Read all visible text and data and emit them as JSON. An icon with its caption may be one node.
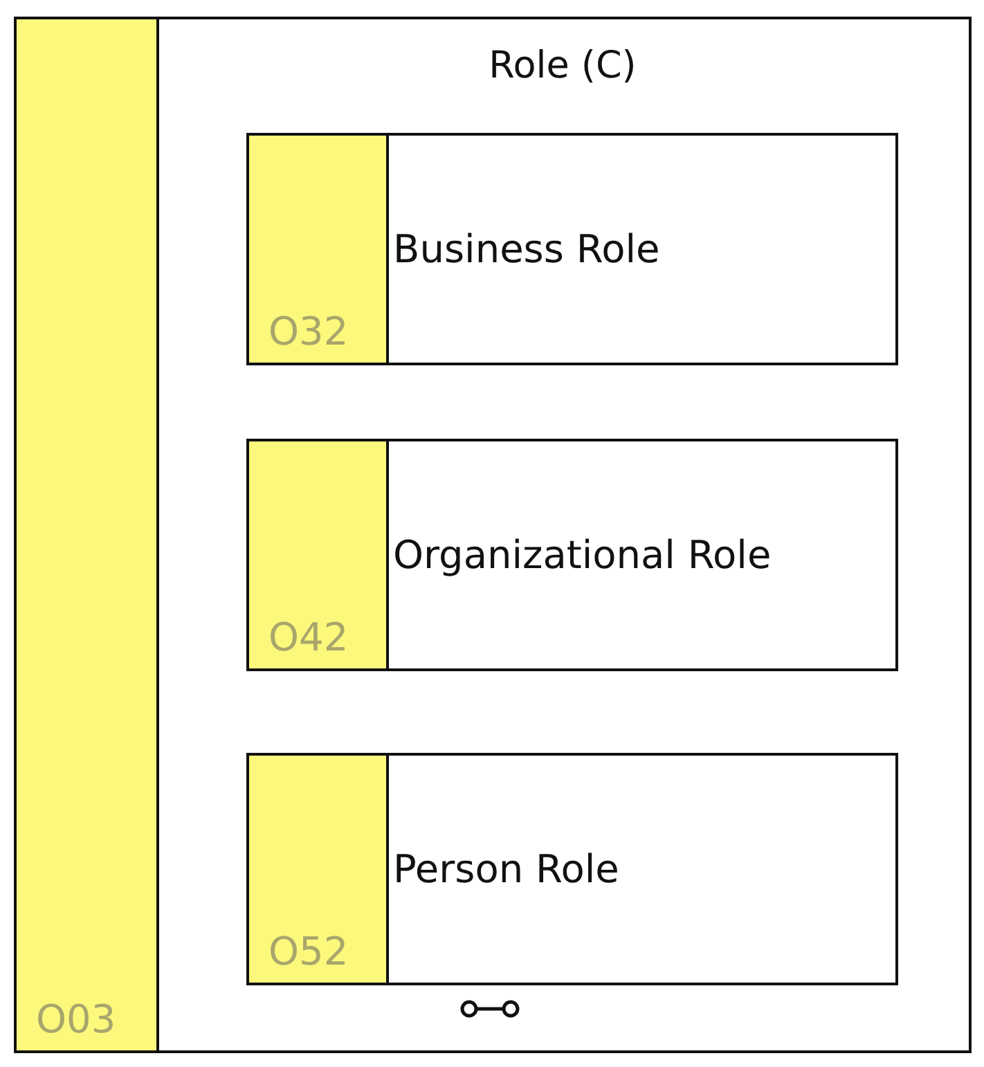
{
  "diagram": {
    "nodes": [
      {
        "text": [
          "Role (C)",
          "O03"
        ]
      },
      {
        "text": [
          "Business Role",
          "O32"
        ],
        "in": 0
      },
      {
        "text": [
          "Organizational Role",
          "O42"
        ],
        "in": 0
      },
      {
        "text": [
          "Person Role",
          "O52"
        ],
        "in": 0
      }
    ]
  }
}
